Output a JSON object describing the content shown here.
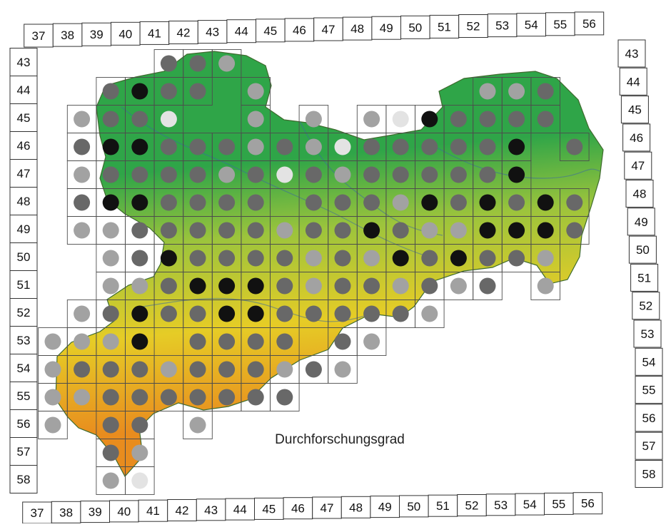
{
  "map": {
    "caption": "Durchforschungsgrad",
    "grid": {
      "columns": [
        37,
        38,
        39,
        40,
        41,
        42,
        43,
        44,
        45,
        46,
        47,
        48,
        49,
        50,
        51,
        52,
        53,
        54,
        55,
        56
      ],
      "rows": [
        43,
        44,
        45,
        46,
        47,
        48,
        49,
        50,
        51,
        52,
        53,
        54,
        55,
        56,
        57,
        58
      ]
    },
    "colors": {
      "dot_levels": [
        "#e3e3e3",
        "#a2a2a2",
        "#686868",
        "#111111"
      ],
      "terrain_low": "#2fa548",
      "terrain_mid": "#9cc43c",
      "terrain_high": "#e6cc26",
      "terrain_peak": "#e88c1e",
      "grid_line": "#4d4d4d"
    },
    "dot_rows": [
      {
        "row": 43,
        "levels": "....221..........."
      },
      {
        "row": 44,
        "levels": "..2322.1.......112"
      },
      {
        "row": 45,
        "levels": ".1220..1.1.1032222"
      },
      {
        "row": 46,
        "levels": ".2332221210222223.2"
      },
      {
        "row": 47,
        "levels": ".1222212021222223"
      },
      {
        "row": 48,
        "levels": ".2332222.2221323232"
      },
      {
        "row": 49,
        "levels": ".112222212232113332"
      },
      {
        "row": 50,
        "levels": "..1232222121323221"
      },
      {
        "row": 51,
        "levels": "..11233321221212.1."
      },
      {
        "row": 52,
        "levels": ".1232233222221"
      },
      {
        "row": 53,
        "levels": "1113.2222.21"
      },
      {
        "row": 54,
        "levels": "12221222121"
      },
      {
        "row": 55,
        "levels": "112222222"
      },
      {
        "row": 56,
        "levels": "1.22.1"
      },
      {
        "row": 57,
        "levels": "..21"
      },
      {
        "row": 58,
        "levels": "..10"
      }
    ]
  }
}
